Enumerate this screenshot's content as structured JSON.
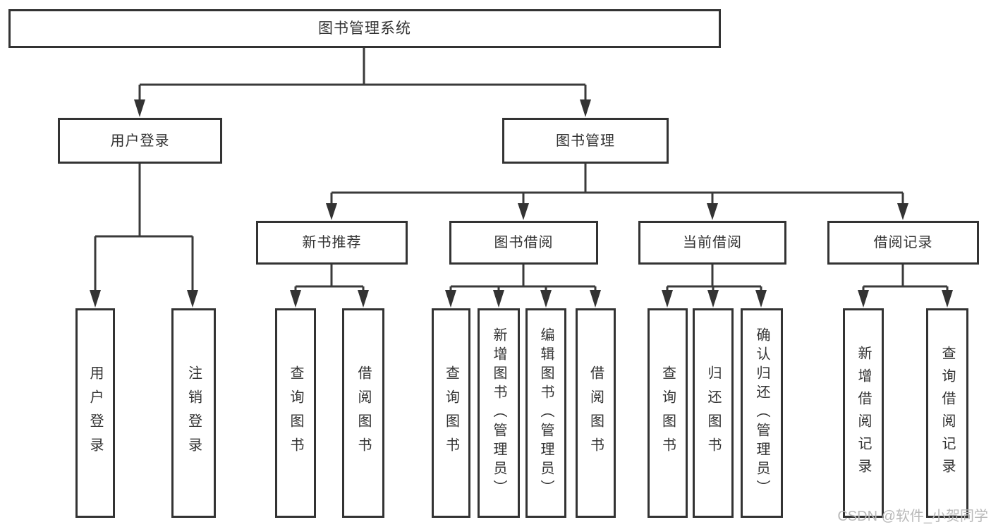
{
  "diagram": {
    "title": "图书管理系统",
    "watermark": "CSDN @软件_小贺同学",
    "colors": {
      "background": "#ffffff",
      "line": "#3a3a3a",
      "box_border": "#333333",
      "text": "#333333",
      "watermark_text": "#b9b9b9"
    },
    "nodes": {
      "root": {
        "label": "图书管理系统"
      },
      "user_login": {
        "label": "用户登录"
      },
      "book_mgmt": {
        "label": "图书管理"
      },
      "new_book_rec": {
        "label": "新书推荐"
      },
      "book_borrow": {
        "label": "图书借阅"
      },
      "current_borrow": {
        "label": "当前借阅"
      },
      "borrow_record": {
        "label": "借阅记录"
      },
      "leaf_user_login": {
        "label": "用户登录"
      },
      "leaf_logout": {
        "label": "注销登录"
      },
      "leaf_rec_query_book": {
        "label": "查询图书"
      },
      "leaf_rec_borrow_book": {
        "label": "借阅图书"
      },
      "leaf_bb_query_book": {
        "label": "查询图书"
      },
      "leaf_bb_add_book": {
        "label": "新增图书（管理员）"
      },
      "leaf_bb_edit_book": {
        "label": "编辑图书（管理员）"
      },
      "leaf_bb_borrow_book": {
        "label": "借阅图书"
      },
      "leaf_cb_query_book": {
        "label": "查询图书"
      },
      "leaf_cb_return_book": {
        "label": "归还图书"
      },
      "leaf_cb_confirm_return": {
        "label": "确认归还（管理员）"
      },
      "leaf_br_add_record": {
        "label": "新增借阅记录"
      },
      "leaf_br_query_record": {
        "label": "查询借阅记录"
      }
    },
    "hierarchy": [
      {
        "parent": "图书管理系统",
        "children": [
          "用户登录",
          "图书管理"
        ]
      },
      {
        "parent": "用户登录",
        "children": [
          "用户登录",
          "注销登录"
        ]
      },
      {
        "parent": "图书管理",
        "children": [
          "新书推荐",
          "图书借阅",
          "当前借阅",
          "借阅记录"
        ]
      },
      {
        "parent": "新书推荐",
        "children": [
          "查询图书",
          "借阅图书"
        ]
      },
      {
        "parent": "图书借阅",
        "children": [
          "查询图书",
          "新增图书（管理员）",
          "编辑图书（管理员）",
          "借阅图书"
        ]
      },
      {
        "parent": "当前借阅",
        "children": [
          "查询图书",
          "归还图书",
          "确认归还（管理员）"
        ]
      },
      {
        "parent": "借阅记录",
        "children": [
          "新增借阅记录",
          "查询借阅记录"
        ]
      }
    ]
  }
}
